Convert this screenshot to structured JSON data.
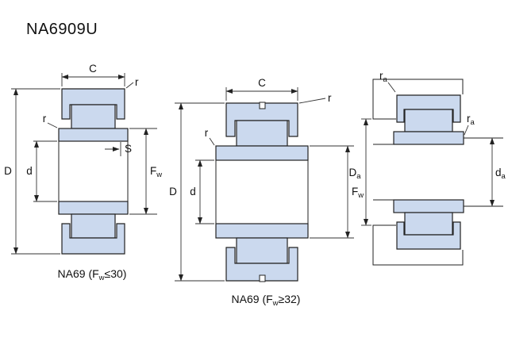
{
  "title": "NA6909U",
  "colors": {
    "ring_fill": "#cbd9ee",
    "line": "#222222"
  },
  "dim_labels": {
    "C": "C",
    "r": "r",
    "S": "S",
    "d": "d",
    "D": "D",
    "Fw_main": "F",
    "Fw_sub": "w",
    "Da_main": "D",
    "Da_sub": "a",
    "da_main": "d",
    "da_sub": "a",
    "ra_main": "r",
    "ra_sub": "a"
  },
  "captions": {
    "left": {
      "prefix": "NA69 (F",
      "sub": "w",
      "suffix": "≤30)"
    },
    "middle": {
      "prefix": "NA69 (F",
      "sub": "w",
      "suffix": "≥32)"
    }
  }
}
